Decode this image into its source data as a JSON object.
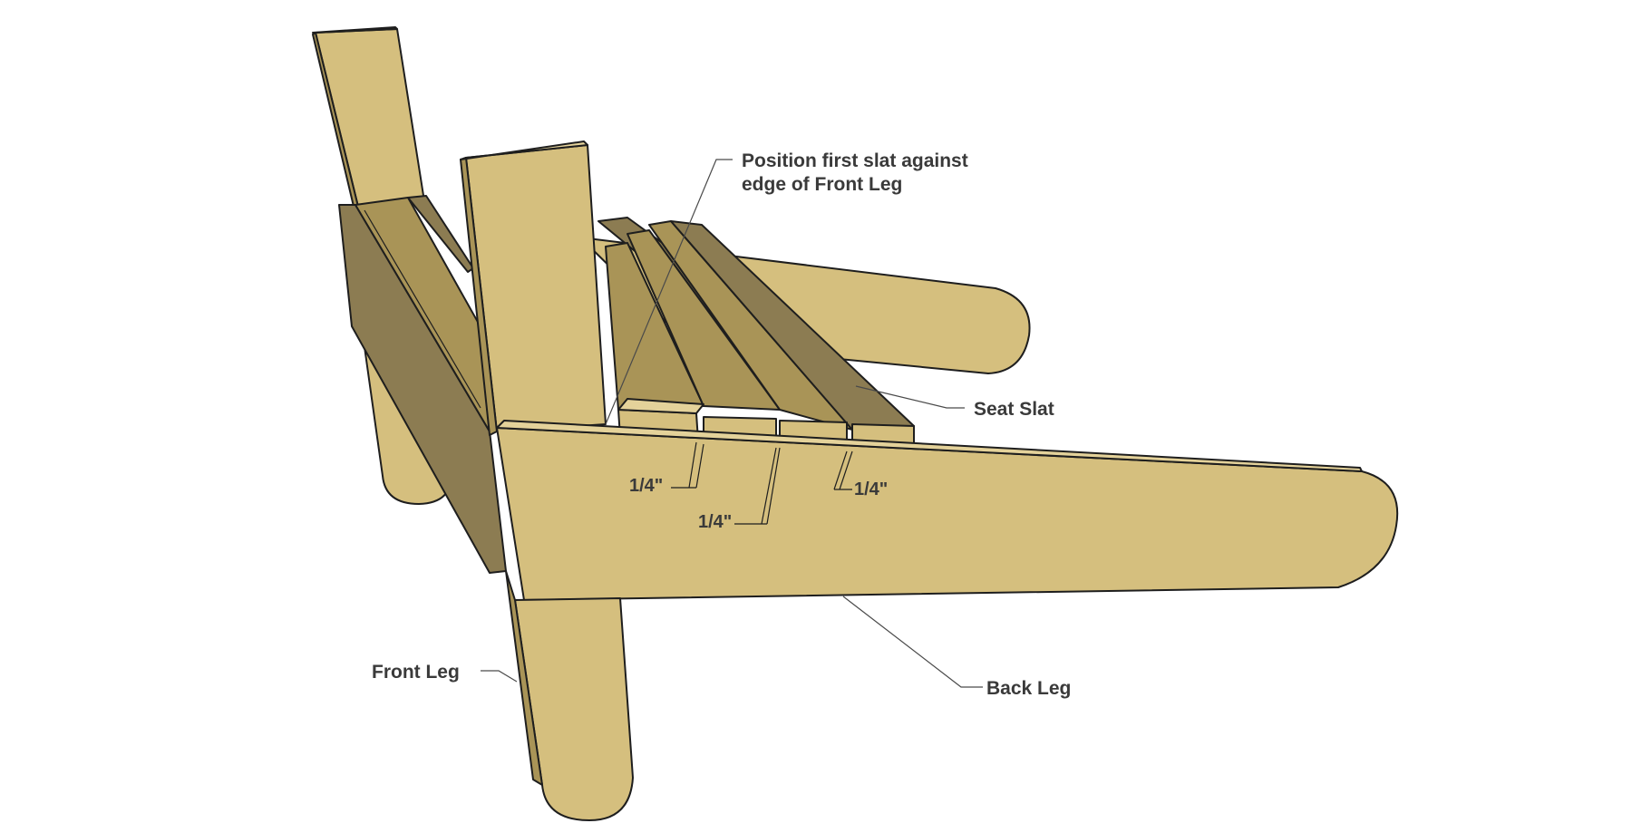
{
  "diagram": {
    "colors": {
      "wood_light": "#d5bf7e",
      "wood_mid": "#a99457",
      "wood_dark": "#8c7c52",
      "wood_shadow": "#7a6a40",
      "outline": "#1e1e1e",
      "text": "#3a3a3a"
    },
    "callouts": {
      "first_slat_line1": "Position first slat against",
      "first_slat_line2": "edge of Front Leg",
      "seat_slat": "Seat Slat",
      "front_leg": "Front Leg",
      "back_leg": "Back Leg"
    },
    "dimensions": {
      "gap_1": "1/4\"",
      "gap_2": "1/4\"",
      "gap_3": "1/4\""
    }
  }
}
